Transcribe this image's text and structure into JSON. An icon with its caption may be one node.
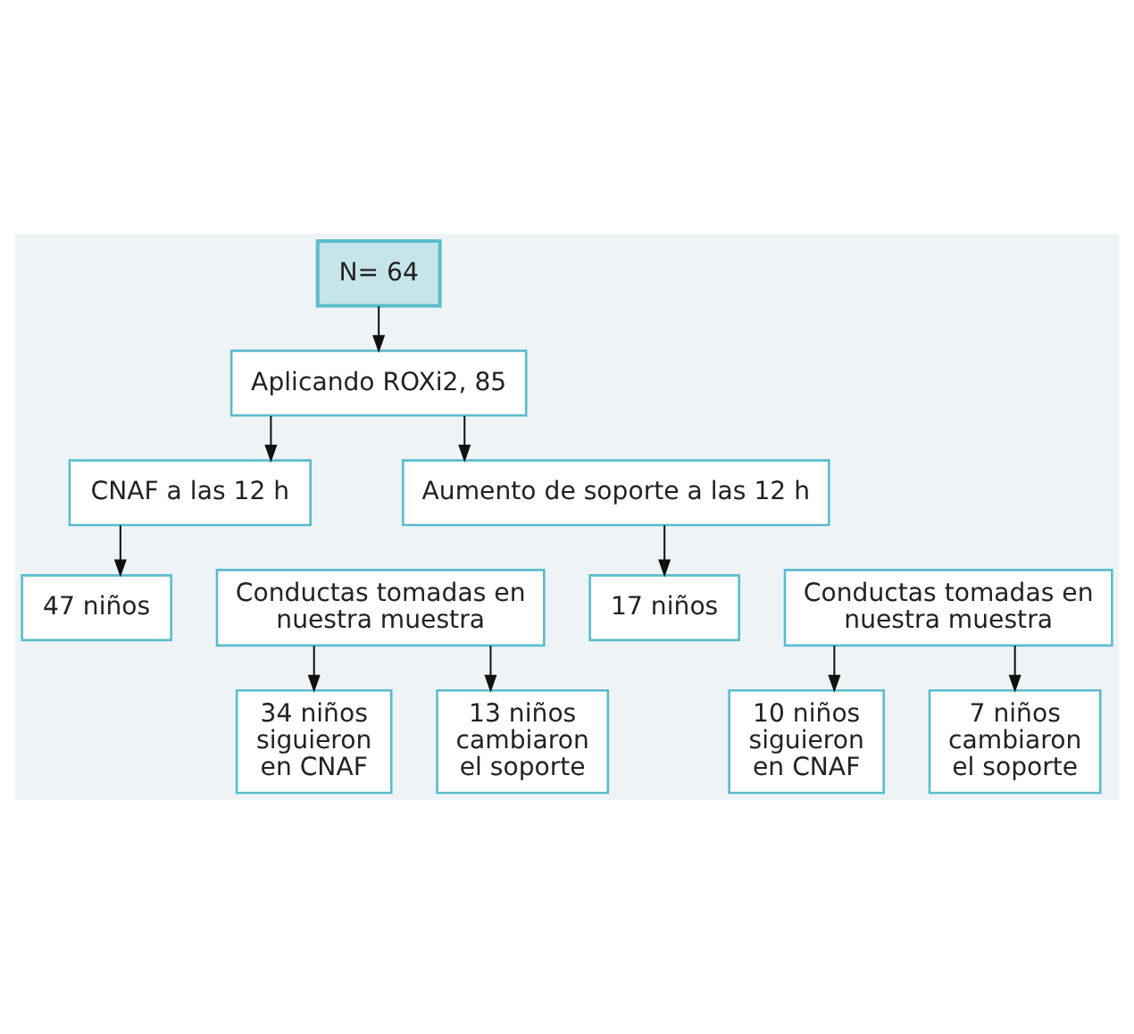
{
  "diagram": {
    "nodes": [
      {
        "text": [
          "N= 64"
        ]
      },
      {
        "text": [
          "Aplicando ROXi2, 85"
        ]
      },
      {
        "text": [
          "CNAF a las 12 h"
        ]
      },
      {
        "text": [
          "Aumento de soporte a las 12 h"
        ]
      },
      {
        "text": [
          "47 niños"
        ]
      },
      {
        "text": [
          "17 niños"
        ]
      },
      {
        "text": [
          "Conductas tomadas en nuestra muestra"
        ]
      },
      {
        "text": [
          "Conductas tomadas en nuestra muestra"
        ]
      },
      {
        "text": [
          "34 niños siguieron en CNAF"
        ]
      },
      {
        "text": [
          "13 niños cambiaron el soporte"
        ]
      },
      {
        "text": [
          "10 niños siguieron en CNAF"
        ]
      },
      {
        "text": [
          "7 niños cambiaron el soporte"
        ]
      }
    ],
    "edges": [
      {
        "from": 0,
        "to": 1,
        "arrow": "to"
      },
      {
        "from": 1,
        "to": 2,
        "arrow": "to"
      },
      {
        "from": 1,
        "to": 3,
        "arrow": "to"
      },
      {
        "from": 2,
        "to": 4,
        "arrow": "to"
      },
      {
        "from": 3,
        "to": 5,
        "arrow": "to"
      },
      {
        "from": 6,
        "to": 8,
        "arrow": "to"
      },
      {
        "from": 6,
        "to": 9,
        "arrow": "to"
      },
      {
        "from": 7,
        "to": 10,
        "arrow": "to"
      },
      {
        "from": 7,
        "to": 11,
        "arrow": "to"
      }
    ]
  }
}
